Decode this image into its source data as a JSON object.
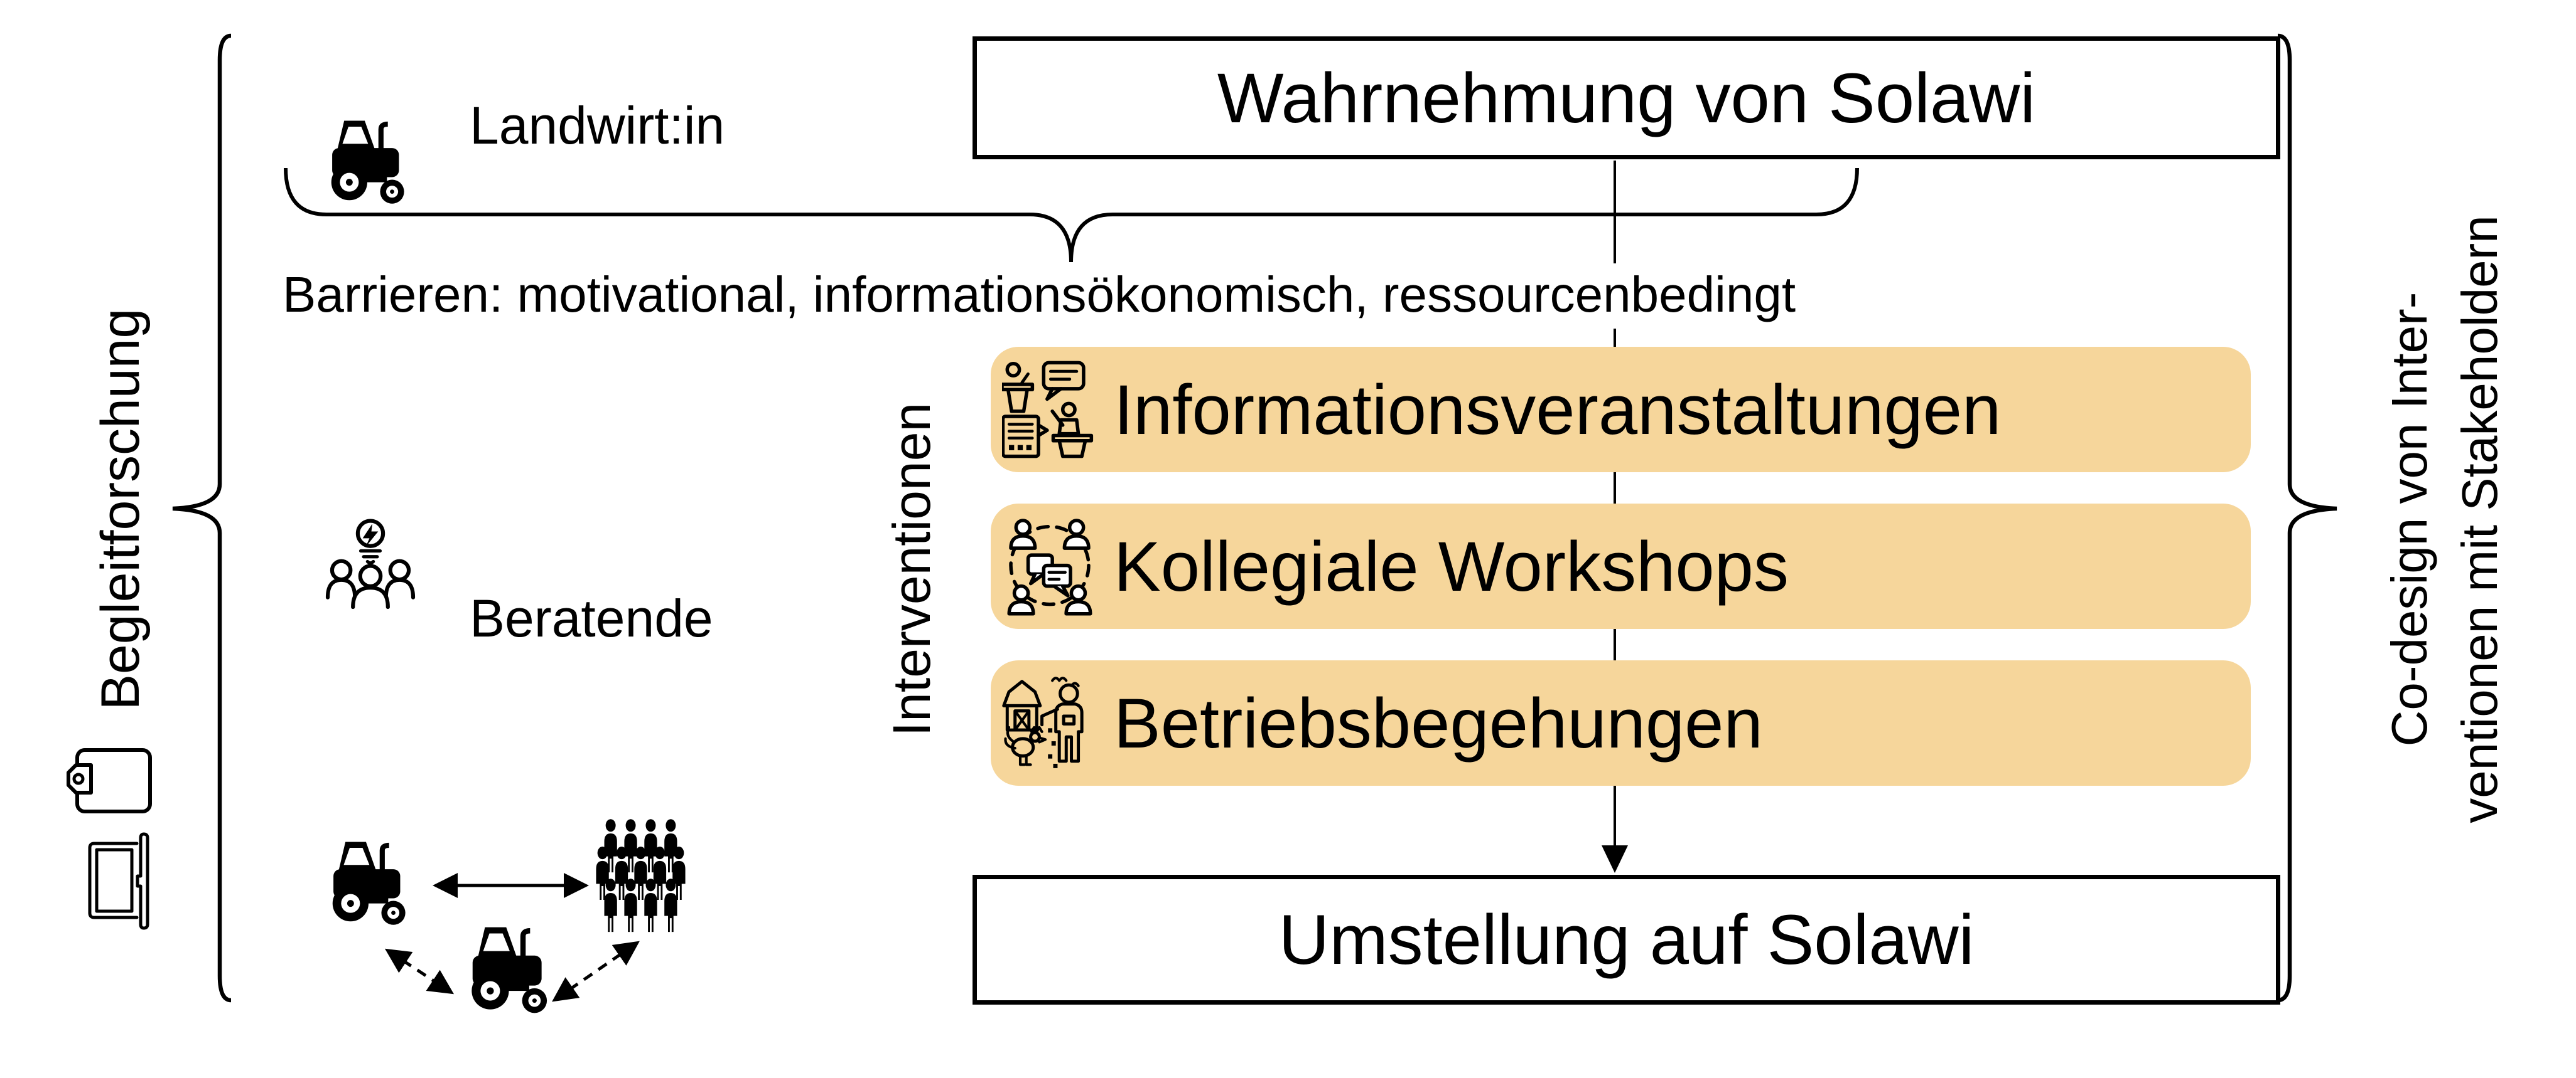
{
  "page": {
    "background": "#FFFFFF",
    "ink": "#000000",
    "accent": "#F6D69B"
  },
  "sides": {
    "left_label": "Begleitforschung",
    "right_label_line1": "Co-design von Inter-",
    "right_label_line2": "ventionen mit Stakeholdern"
  },
  "flow": {
    "start_box": "Wahrnehmung von Solawi",
    "end_box": "Umstellung auf Solawi"
  },
  "actors": {
    "farmer": "Landwirt:in",
    "advisor": "Beratende"
  },
  "barriers_text": "Barrieren: motivational, informationsökonomisch, ressourcenbedingt",
  "interventions": {
    "axis_label": "Interventionen",
    "items": [
      {
        "label": "Informationsveranstaltungen",
        "icon": "presentation-icon"
      },
      {
        "label": "Kollegiale Workshops",
        "icon": "workshop-icon"
      },
      {
        "label": "Betriebsbegehungen",
        "icon": "farm-visit-icon"
      }
    ]
  },
  "icons": {
    "farmer": "tractor-icon",
    "advisor": "people-idea-icon",
    "research_1": "clipboard-icon",
    "research_2": "laptop-icon",
    "network": [
      "tractor-icon",
      "crowd-icon",
      "tractor-icon"
    ]
  }
}
